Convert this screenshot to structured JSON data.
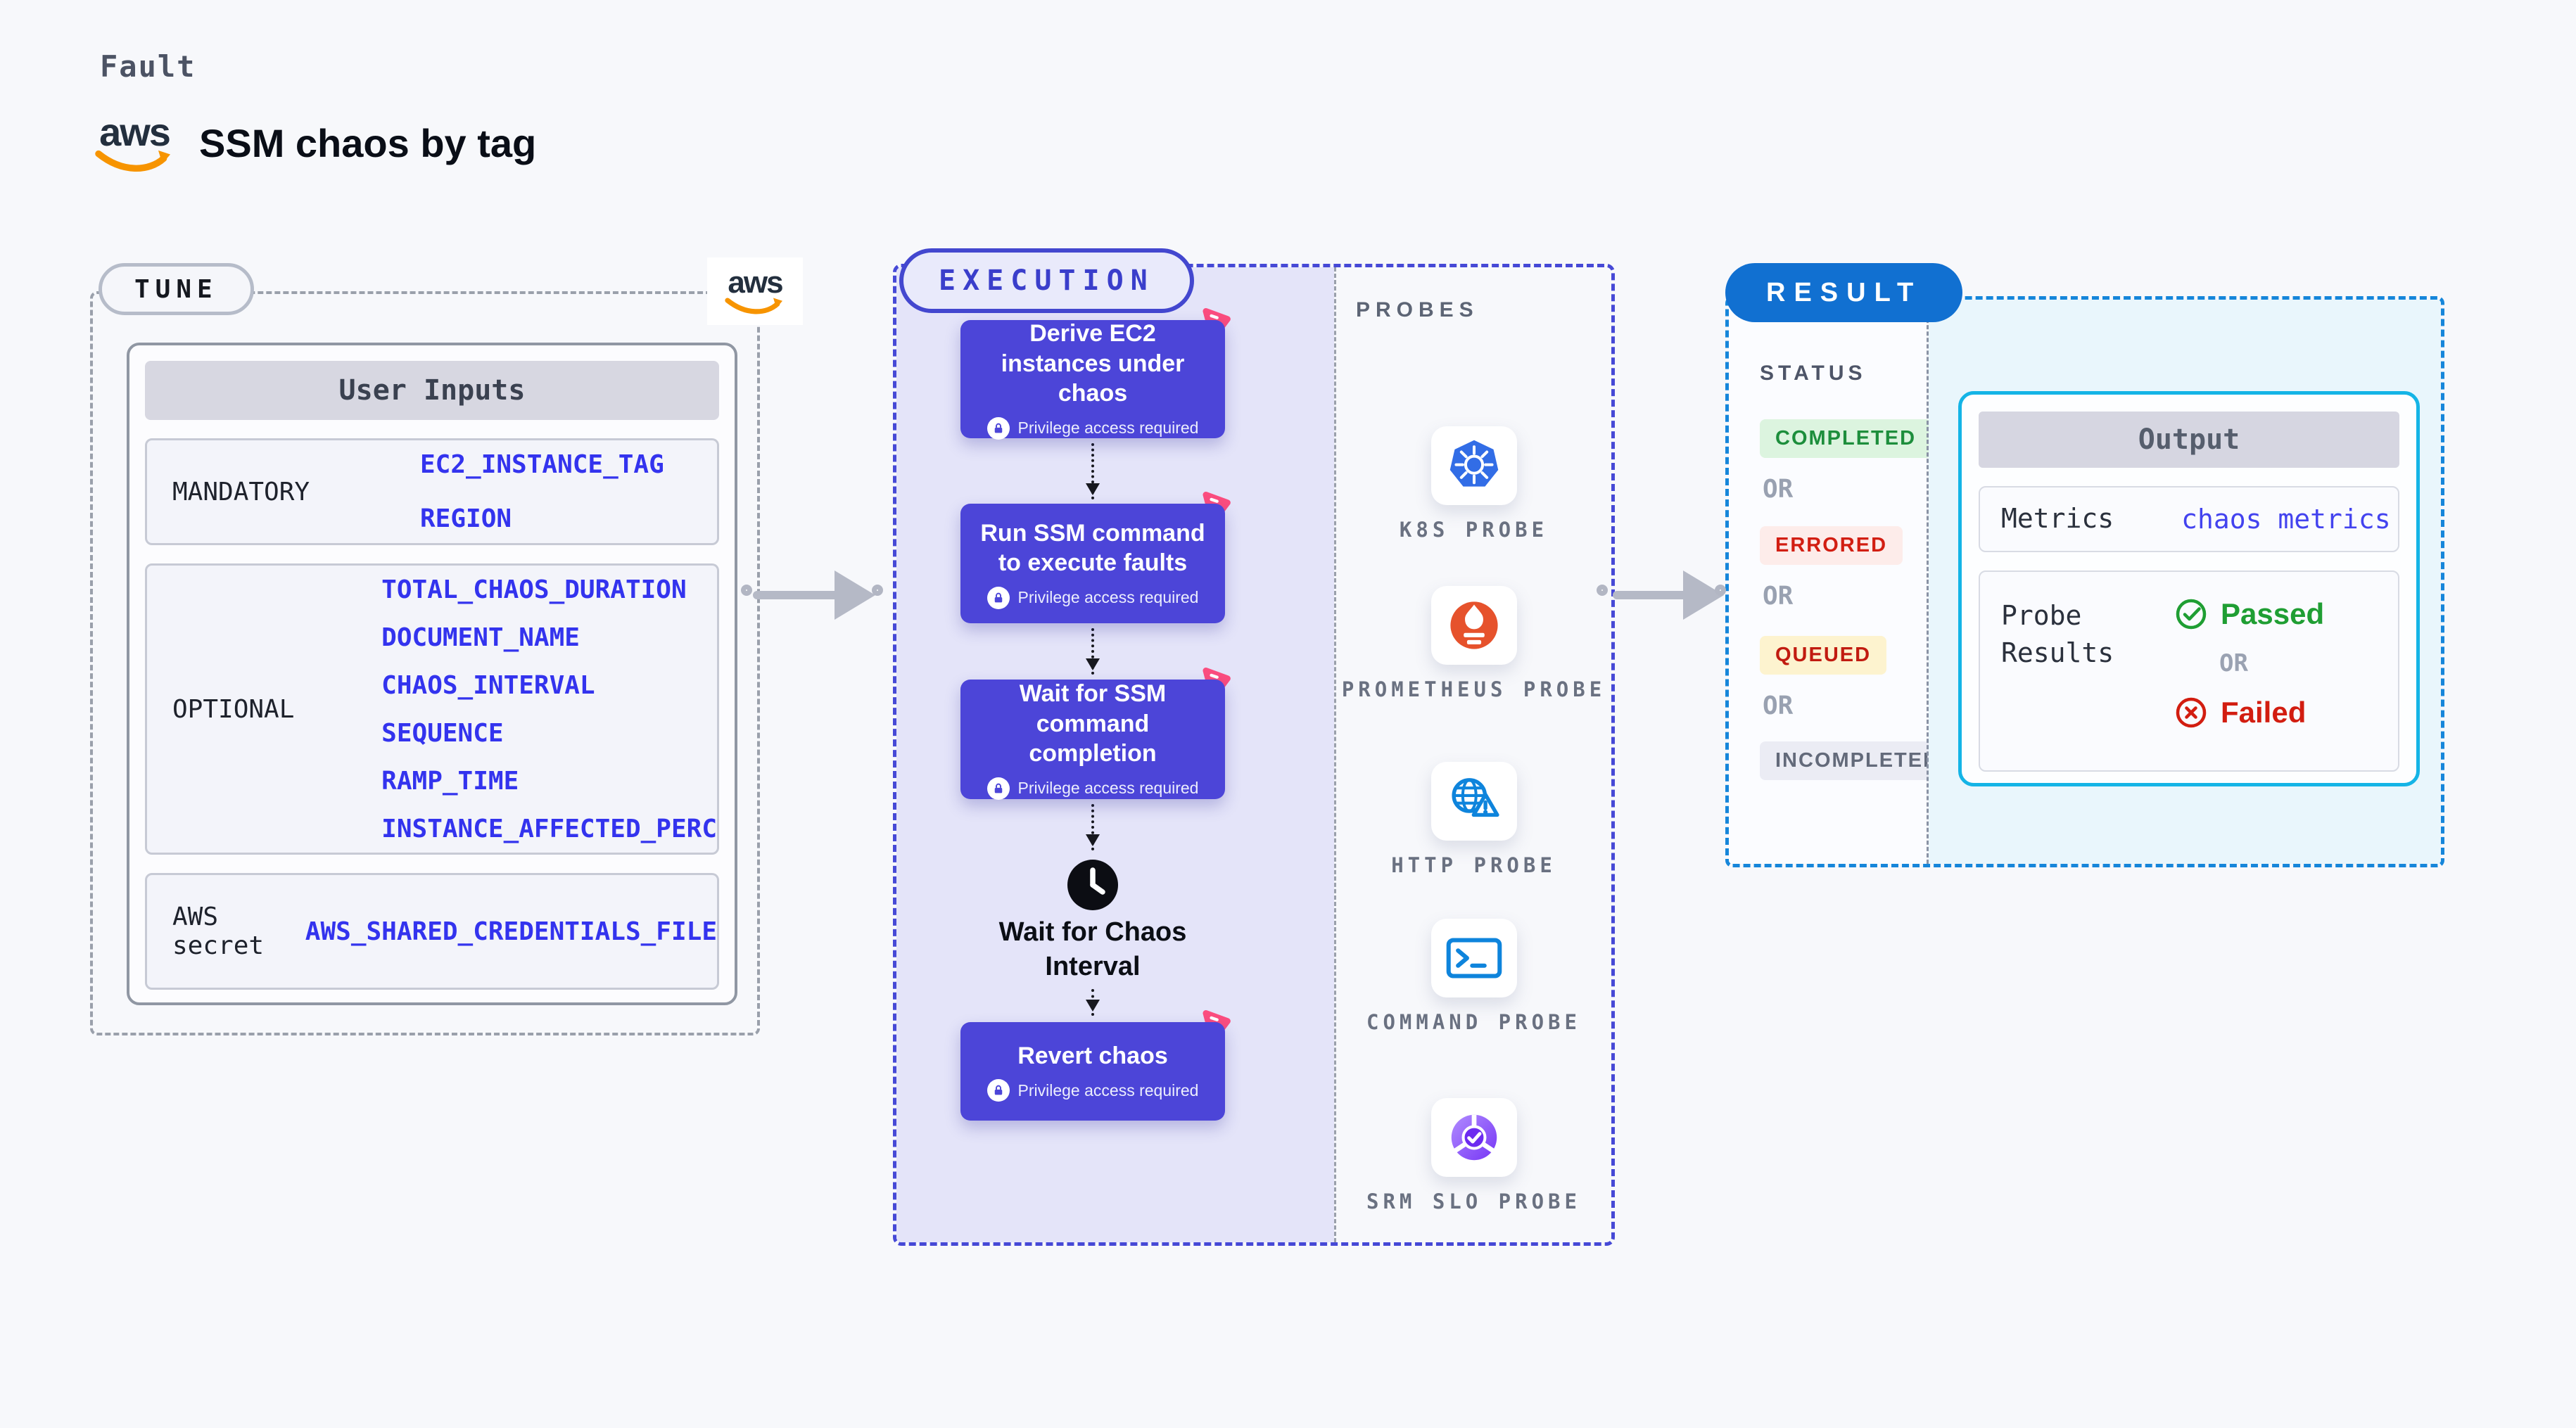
{
  "header": {
    "eyebrow": "Fault",
    "brand": "aws",
    "title": "SSM chaos by tag"
  },
  "tune": {
    "badge": "TUNE",
    "table_title": "User Inputs",
    "rows": [
      {
        "label": "MANDATORY",
        "values": [
          "EC2_INSTANCE_TAG",
          "REGION"
        ]
      },
      {
        "label": "OPTIONAL",
        "values": [
          "TOTAL_CHAOS_DURATION",
          "DOCUMENT_NAME",
          "CHAOS_INTERVAL",
          "SEQUENCE",
          "RAMP_TIME",
          "INSTANCE_AFFECTED_PERC"
        ]
      },
      {
        "label": "AWS secret",
        "values": [
          "AWS_SHARED_CREDENTIALS_FILE"
        ]
      }
    ]
  },
  "execution": {
    "badge": "EXECUTION",
    "privilege_note": "Privilege access required",
    "steps": [
      {
        "title": "Derive EC2 instances under chaos"
      },
      {
        "title": "Run SSM command to execute faults"
      },
      {
        "title": "Wait for SSM command completion"
      },
      {
        "title": "Revert chaos"
      }
    ],
    "wait_label": "Wait for Chaos Interval"
  },
  "probes": {
    "heading": "PROBES",
    "items": [
      {
        "label": "K8S PROBE",
        "icon": "kubernetes-icon"
      },
      {
        "label": "PROMETHEUS PROBE",
        "icon": "prometheus-icon"
      },
      {
        "label": "HTTP PROBE",
        "icon": "http-globe-warning-icon"
      },
      {
        "label": "COMMAND PROBE",
        "icon": "terminal-icon"
      },
      {
        "label": "SRM SLO PROBE",
        "icon": "slo-donut-check-icon"
      }
    ]
  },
  "result": {
    "badge": "RESULT",
    "status_heading": "STATUS",
    "or_label": "OR",
    "statuses": [
      {
        "label": "COMPLETED",
        "bg": "#dcf4df",
        "color": "#1d8e3c"
      },
      {
        "label": "ERRORED",
        "bg": "#fdecea",
        "color": "#d21e12"
      },
      {
        "label": "QUEUED",
        "bg": "#fdf3cf",
        "color": "#c11b10"
      },
      {
        "label": "INCOMPLETED",
        "bg": "#ebecf4",
        "color": "#636a7a"
      }
    ],
    "output": {
      "title": "Output",
      "metrics_label": "Metrics",
      "metrics_link": "chaos metrics",
      "probe_results_label": "Probe Results",
      "passed_label": "Passed",
      "failed_label": "Failed"
    }
  },
  "colors": {
    "page_bg": "#f7f8fb",
    "step_card_indigo": "#4c45d8",
    "execution_accent": "#4649d6",
    "chaos_pink": "#fb4d7f",
    "result_pill_blue": "#1170d1",
    "result_border_blue": "#1686da",
    "output_cyan_border": "#14b4e6",
    "value_blue": "#3333ee",
    "passed_green": "#1f9e33",
    "failed_red": "#d21d10",
    "aws_navy": "#232f3e",
    "aws_orange": "#f79400"
  }
}
